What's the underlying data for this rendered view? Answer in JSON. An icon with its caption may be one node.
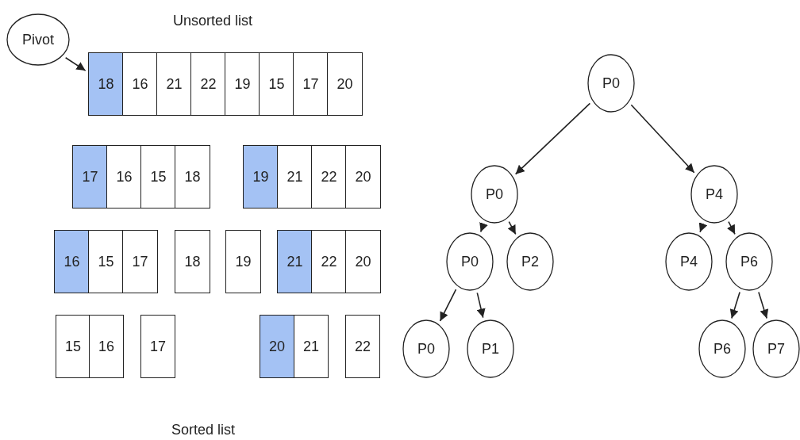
{
  "diagram": {
    "nodes": [
      {
        "text": [
          "Pivot"
        ]
      },
      {
        "text": [
          "18"
        ]
      },
      {
        "text": [
          "16"
        ]
      },
      {
        "text": [
          "21"
        ]
      },
      {
        "text": [
          "22"
        ]
      },
      {
        "text": [
          "19"
        ]
      },
      {
        "text": [
          "15"
        ]
      },
      {
        "text": [
          "17"
        ]
      },
      {
        "text": [
          "20"
        ]
      },
      {
        "text": [
          "17"
        ]
      },
      {
        "text": [
          "16"
        ]
      },
      {
        "text": [
          "15"
        ]
      },
      {
        "text": [
          "18"
        ]
      },
      {
        "text": [
          "19"
        ]
      },
      {
        "text": [
          "21"
        ]
      },
      {
        "text": [
          "22"
        ]
      },
      {
        "text": [
          "20"
        ]
      },
      {
        "text": [
          "16"
        ]
      },
      {
        "text": [
          "15"
        ]
      },
      {
        "text": [
          "17"
        ]
      },
      {
        "text": [
          "18"
        ]
      },
      {
        "text": [
          "19"
        ]
      },
      {
        "text": [
          "21"
        ]
      },
      {
        "text": [
          "22"
        ]
      },
      {
        "text": [
          "20"
        ]
      },
      {
        "text": [
          "15"
        ]
      },
      {
        "text": [
          "16"
        ]
      },
      {
        "text": [
          "17"
        ]
      },
      {
        "text": [
          "20"
        ]
      },
      {
        "text": [
          "21"
        ]
      },
      {
        "text": [
          "22"
        ]
      },
      {
        "text": [
          "P0"
        ]
      },
      {
        "text": [
          "P0"
        ]
      },
      {
        "text": [
          "P4"
        ]
      },
      {
        "text": [
          "P0"
        ]
      },
      {
        "text": [
          "P2"
        ]
      },
      {
        "text": [
          "P4"
        ]
      },
      {
        "text": [
          "P6"
        ]
      },
      {
        "text": [
          "P0"
        ]
      },
      {
        "text": [
          "P1"
        ]
      },
      {
        "text": [
          "P6"
        ]
      },
      {
        "text": [
          "P7"
        ]
      }
    ],
    "edges": [
      {
        "from": 0,
        "to": 1,
        "arrow": "to"
      },
      {
        "from": 31,
        "to": 32,
        "arrow": "to"
      },
      {
        "from": 31,
        "to": 33,
        "arrow": "to"
      },
      {
        "from": 32,
        "to": 34,
        "arrow": "to"
      },
      {
        "from": 32,
        "to": 35,
        "arrow": "to"
      },
      {
        "from": 33,
        "to": 36,
        "arrow": "to"
      },
      {
        "from": 33,
        "to": 37,
        "arrow": "to"
      },
      {
        "from": 34,
        "to": 38,
        "arrow": "to"
      },
      {
        "from": 34,
        "to": 39,
        "arrow": "to"
      },
      {
        "from": 37,
        "to": 40,
        "arrow": "to"
      },
      {
        "from": 37,
        "to": 41,
        "arrow": "to"
      }
    ],
    "labels": [
      "Unsorted list",
      "Sorted list"
    ]
  }
}
